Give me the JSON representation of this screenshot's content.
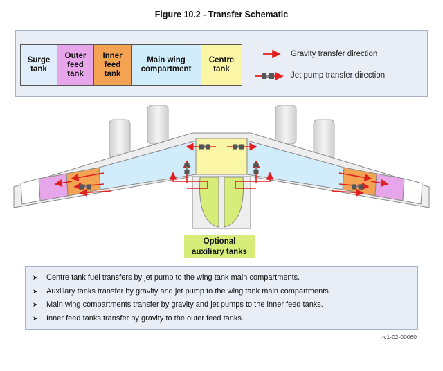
{
  "title": "Figure 10.2 - Transfer Schematic",
  "legend": {
    "tanks": [
      {
        "label": "Surge\ntank",
        "color": "#dfeefa"
      },
      {
        "label": "Outer\nfeed\ntank",
        "color": "#e7a6ea"
      },
      {
        "label": "Inner\nfeed\ntank",
        "color": "#f3a352"
      },
      {
        "label": "Main wing\ncompartment",
        "color": "#d1ecfa"
      },
      {
        "label": "Centre\ntank",
        "color": "#fbf5a6"
      }
    ],
    "gravity_label": "Gravity transfer direction",
    "jet_pump_label": "Jet pump transfer direction",
    "arrow_color": "#e02020"
  },
  "aux_label": "Optional\nauxiliary tanks",
  "aux_color": "#d8ec7a",
  "notes": [
    "Centre tank fuel transfers by jet pump to the wing tank main compartments.",
    "Auxiliary tanks transfer by gravity and jet pump to the wing tank main compartments.",
    "Main wing compartments transfer by gravity and jet pumps to the inner feed tanks.",
    "Inner feed tanks transfer by gravity to the outer feed tanks."
  ],
  "reference": "i-v1-02-00060"
}
